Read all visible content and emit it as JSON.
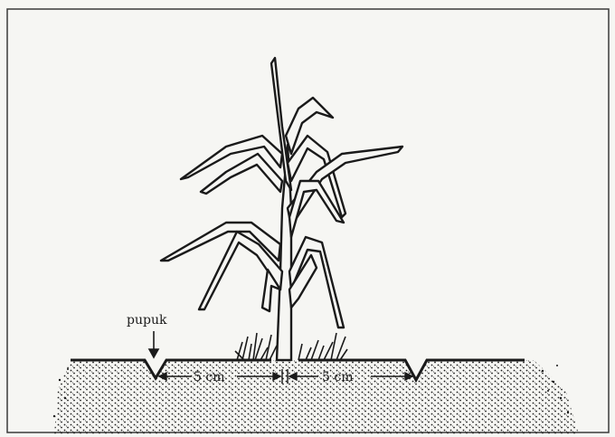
{
  "labels": {
    "fertilizer": "pupuk",
    "left_distance": "5 cm",
    "right_distance": "5 cm"
  },
  "colors": {
    "ink": "#1a1a1a",
    "paper": "#f6f6f3",
    "border": "#3a3a3a"
  },
  "icons": {
    "arrow": "arrow-down-icon"
  }
}
